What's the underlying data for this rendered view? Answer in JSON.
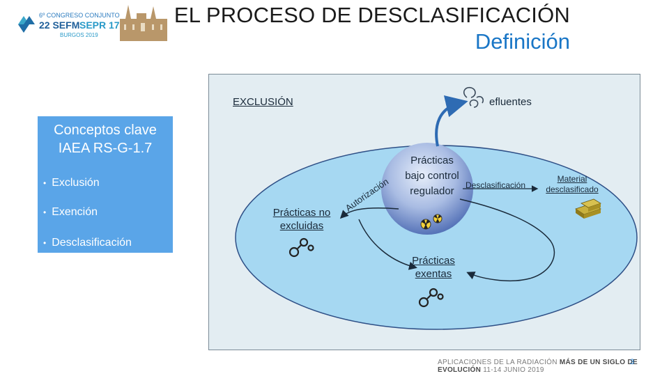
{
  "header": {
    "title": "EL PROCESO DE DESCLASIFICACIÓN",
    "subtitle": "Definición",
    "logo": {
      "line1": "6º CONGRESO CONJUNTO",
      "line2a": "22 SEFM",
      "line2b": "SEPR 17",
      "line3": "BURGOS 2019"
    }
  },
  "concepts": {
    "title": "Conceptos clave IAEA RS-G-1.7",
    "items": [
      "Exclusión",
      "Exención",
      "Desclasificación"
    ]
  },
  "diagram": {
    "exclusion": "EXCLUSIÓN",
    "effluents": "efluentes",
    "regulated": "Prácticas bajo control regulador",
    "not_excluded": "Prácticas no excluidas",
    "authorization": "Autorización",
    "exempt": "Prácticas exentas",
    "clearance": "Desclasificación",
    "cleared_material": "Material desclasificado"
  },
  "footer": {
    "text_a": "APLICACIONES DE LA RADIACIÓN",
    "text_b": "MÁS DE UN SIGLO DE EVOLUCIÓN",
    "dates": "11-14 JUNIO 2019",
    "page": "3"
  },
  "colors": {
    "title_blue": "#1976c6",
    "panel_bg": "#e3edf2",
    "ellipse_fill": "#a6d8f2",
    "concepts_bg": "#5aa5e8"
  }
}
